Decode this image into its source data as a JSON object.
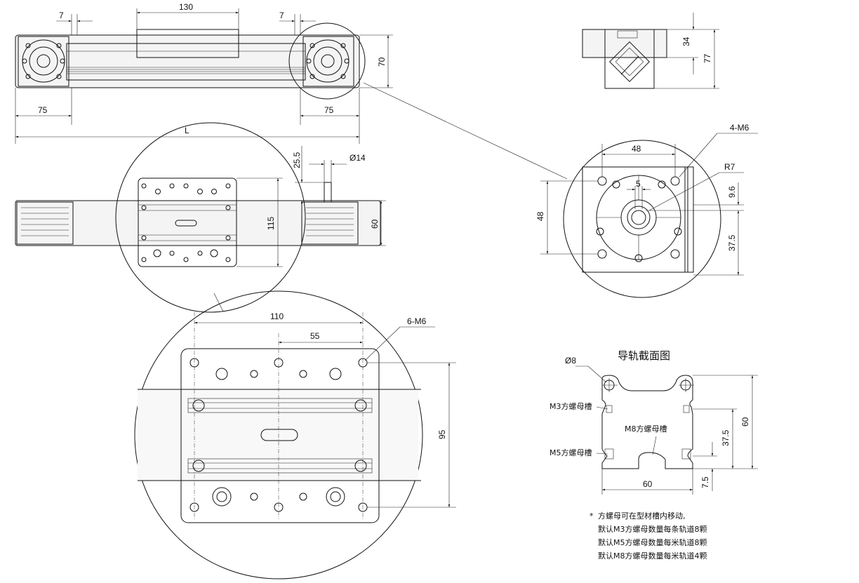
{
  "top_view": {
    "dim_left_gap": "7",
    "dim_carriage_length": "130",
    "dim_right_gap": "7",
    "dim_height": "70",
    "dim_left_end": "75",
    "dim_right_end": "75",
    "dim_total": "L"
  },
  "end_view": {
    "dim_34": "34",
    "dim_77": "77"
  },
  "side_view": {
    "dim_25_5": "25.5",
    "dim_shaft": "Ø14",
    "dim_115": "115",
    "dim_60": "60"
  },
  "motor_detail": {
    "thread_label": "4-M6",
    "radius_label": "R7",
    "dim_48_h": "48",
    "dim_5": "5",
    "dim_48_v": "48",
    "dim_9_6": "9.6",
    "dim_37_5": "37.5"
  },
  "carriage_detail": {
    "dim_110": "110",
    "dim_55": "55",
    "thread_label": "6-M6",
    "dim_95": "95"
  },
  "rail_section": {
    "title": "导轨截面图",
    "dim_hole": "Ø8",
    "m3_label": "M3方螺母槽",
    "m8_label": "M8方螺母槽",
    "m5_label": "M5方螺母槽",
    "dim_60_v": "60",
    "dim_37_5": "37.5",
    "dim_60_h": "60",
    "dim_7_5": "7.5"
  },
  "notes": {
    "star": "*",
    "line1": "方螺母可在型材槽内移动,",
    "line2": "默认M3方螺母数量每条轨道8颗",
    "line3": "默认M5方螺母数量每米轨道8颗",
    "line4": "默认M8方螺母数量每米轨道4颗"
  }
}
